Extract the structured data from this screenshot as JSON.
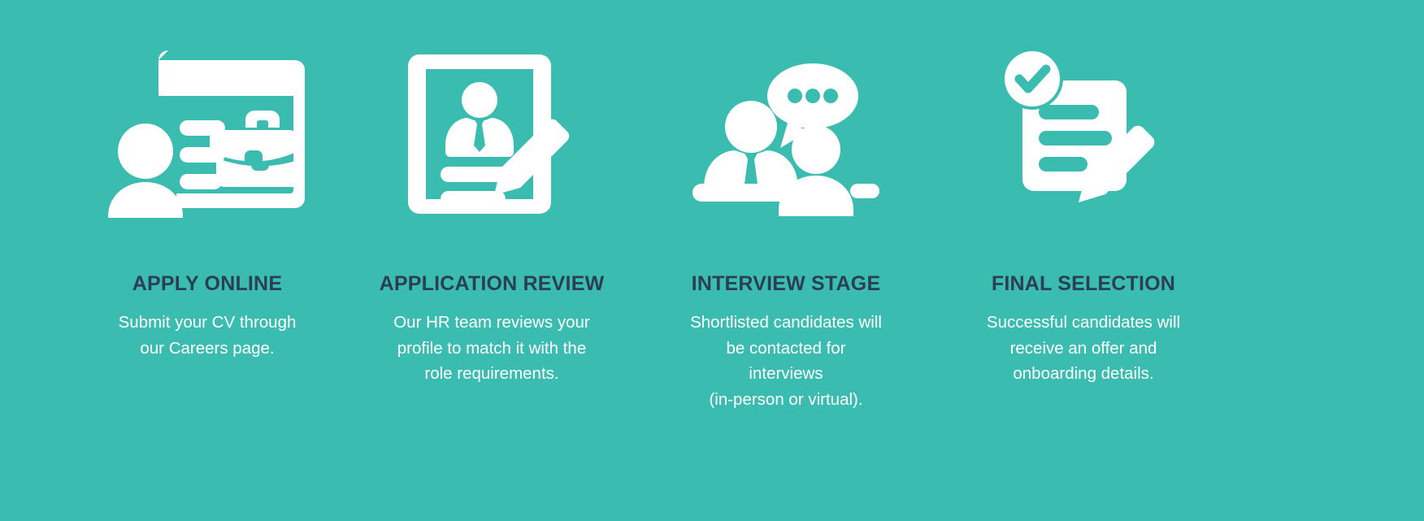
{
  "section": {
    "name": "recruitment-process",
    "background_color": "#3bbcb0",
    "title_color": "#2b3f54",
    "body_text_color": "#ffffff",
    "icon_color": "#ffffff"
  },
  "steps": [
    {
      "icon": "apply-online-icon",
      "title": "APPLY ONLINE",
      "description_lines": [
        "Submit your CV through",
        "our Careers page."
      ]
    },
    {
      "icon": "application-review-icon",
      "title": "APPLICATION REVIEW",
      "description_lines": [
        "Our HR team reviews your",
        "profile to match it with the",
        "role requirements."
      ]
    },
    {
      "icon": "interview-stage-icon",
      "title": "INTERVIEW STAGE",
      "description_lines": [
        "Shortlisted candidates will",
        "be contacted for",
        "interviews",
        "(in-person or virtual)."
      ]
    },
    {
      "icon": "final-selection-icon",
      "title": "FINAL SELECTION",
      "description_lines": [
        "Successful candidates will",
        "receive an offer and",
        "onboarding details."
      ]
    }
  ]
}
